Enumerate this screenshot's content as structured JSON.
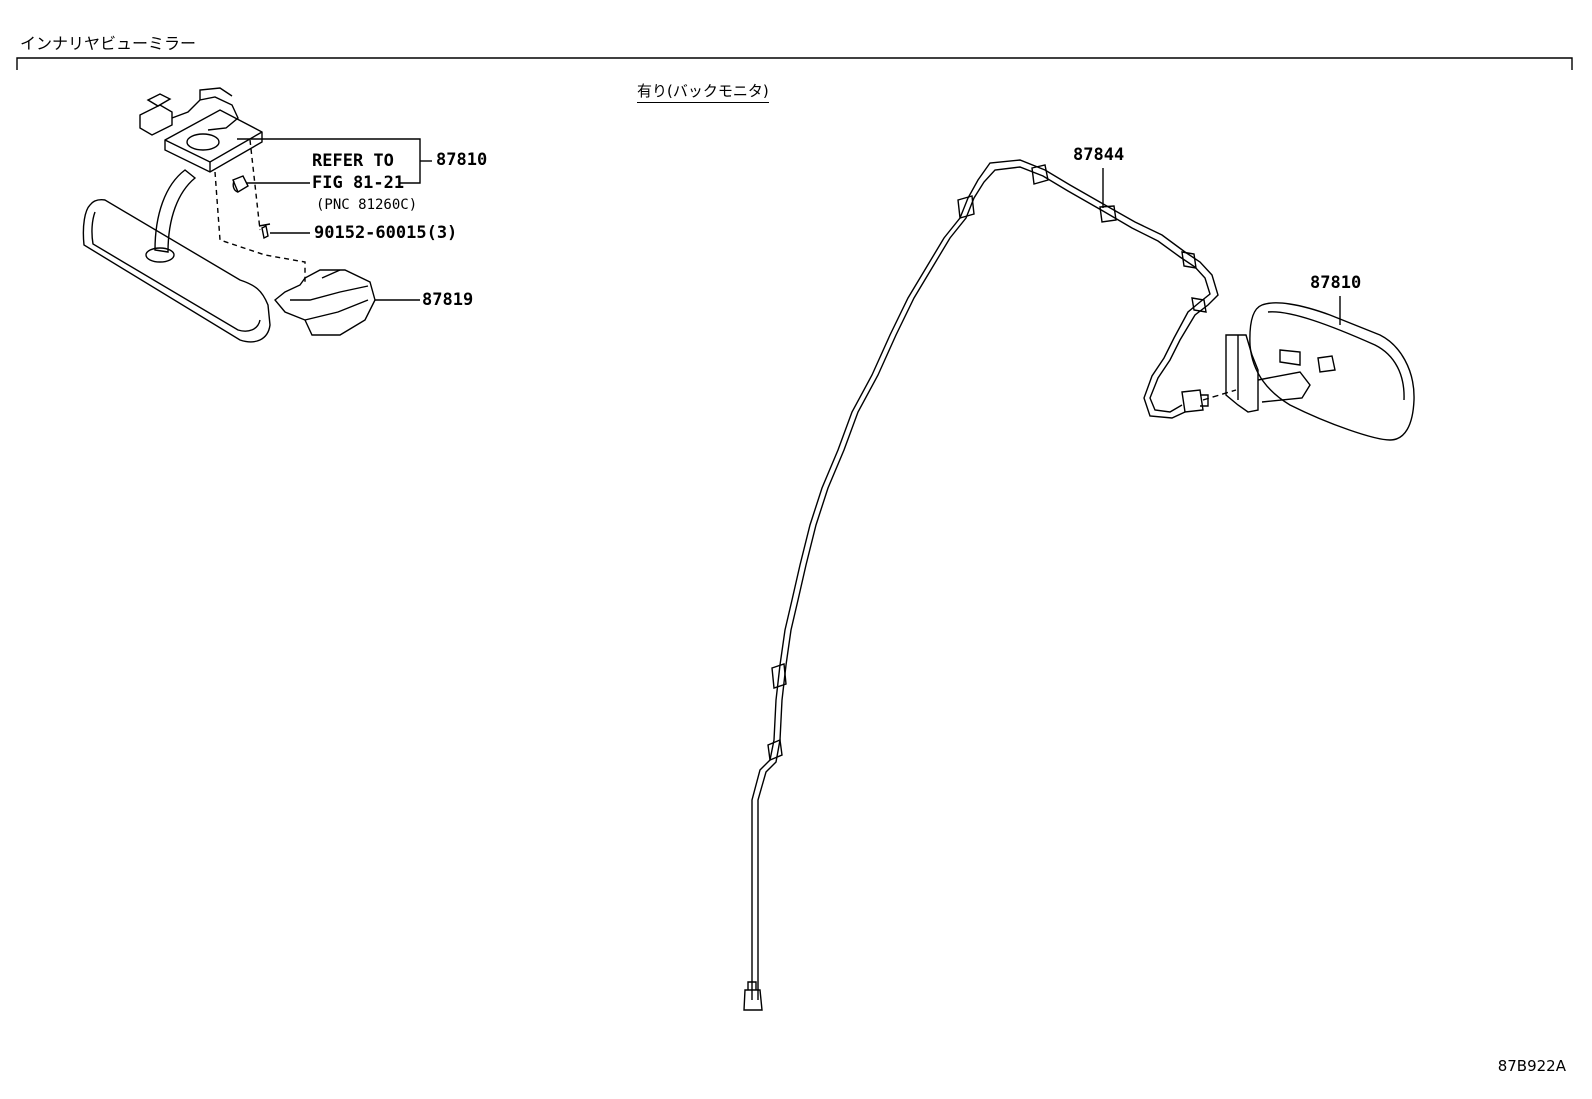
{
  "header": {
    "title": "インナリヤビューミラー"
  },
  "section": {
    "subtitle": "有り(バックモニタ)"
  },
  "callouts": {
    "refer_line1": "REFER TO",
    "refer_line2": "FIG 81-21",
    "refer_pnc": "(PNC 81260C)",
    "part_87810_left": "87810",
    "part_screw": "90152-60015(3)",
    "part_87819": "87819",
    "part_87844": "87844",
    "part_87810_right": "87810"
  },
  "footer": {
    "diagram_id": "87B922A"
  }
}
